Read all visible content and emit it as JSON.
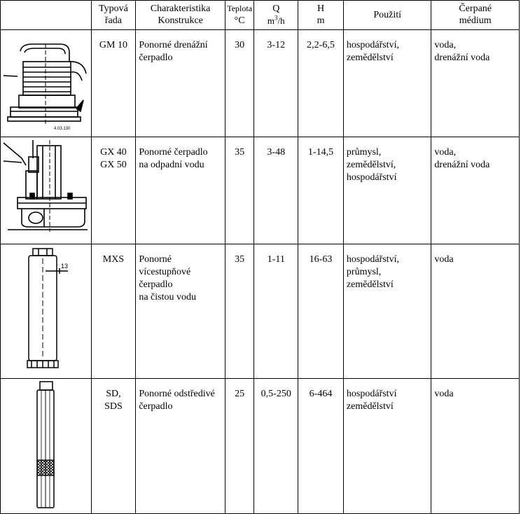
{
  "headers": {
    "image": "",
    "series": "Typová\nřada",
    "design": "Charakteristika\nKonstrukce",
    "temp_line1": "Teplota",
    "temp_line2": "°C",
    "q_line1": "Q",
    "q_unit_pre": "m",
    "q_unit_sup": "3",
    "q_unit_post": "/h",
    "h": "H\nm",
    "use": "Použití",
    "medium": "Čerpané\nmédium"
  },
  "rows": [
    {
      "image_label": "4.03.130",
      "series": "GM 10",
      "design": "Ponorné drenážní\nčerpadlo",
      "temp": "30",
      "q": "3-12",
      "h": "2,2-6,5",
      "use": "hospodářství,\nzemědělství",
      "medium": "voda,\ndrenážní voda"
    },
    {
      "image_label": "",
      "series": "GX 40\nGX 50",
      "design": "Ponorné čerpadlo\nna odpadní vodu",
      "temp": "35",
      "q": "3-48",
      "h": "1-14,5",
      "use": "průmysl,\nzemědělství,\nhospodářství",
      "medium": "voda,\ndrenážní voda"
    },
    {
      "image_label": "13",
      "series": "MXS",
      "design": "Ponorné\nvícestupňové\nčerpadlo\nna čistou vodu",
      "temp": "35",
      "q": "1-11",
      "h": "16-63",
      "use": "hospodářství,\nprůmysl,\nzemědělství",
      "medium": "voda"
    },
    {
      "image_label": "",
      "series": "SD,\nSDS",
      "design": "Ponorné odstředivé\nčerpadlo",
      "temp": "25",
      "q": "0,5-250",
      "h": "6-464",
      "use": "hospodářství\nzemědělství",
      "medium": "voda"
    }
  ]
}
